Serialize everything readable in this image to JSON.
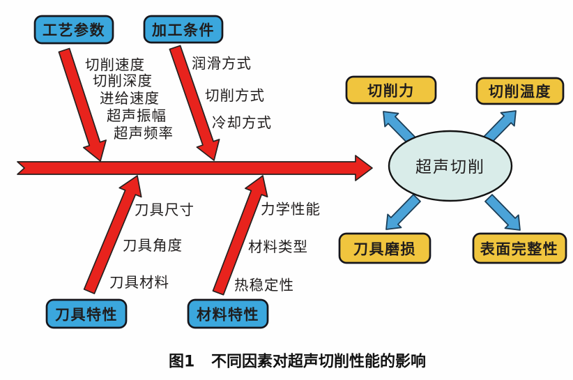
{
  "diagram": {
    "center_label": "超声切削",
    "causes": [
      {
        "label": "工艺参数",
        "factors": [
          "切削速度",
          "切削深度",
          "进给速度",
          "超声振幅",
          "超声频率"
        ]
      },
      {
        "label": "加工条件",
        "factors": [
          "润滑方式",
          "切削方式",
          "冷却方式"
        ]
      },
      {
        "label": "刀具特性",
        "factors": [
          "刀具尺寸",
          "刀具角度",
          "刀具材料"
        ]
      },
      {
        "label": "材料特性",
        "factors": [
          "力学性能",
          "材料类型",
          "热稳定性"
        ]
      }
    ],
    "effects": [
      {
        "label": "切削力"
      },
      {
        "label": "切削温度"
      },
      {
        "label": "刀具磨损"
      },
      {
        "label": "表面完整性"
      }
    ],
    "caption": {
      "figure": "图1",
      "title": "不同因素对超声切削性能的影响"
    }
  },
  "colors": {
    "red": "#e8231d",
    "arrowBlue": "#4ba3d8",
    "boxBlue": "#3ba7dd",
    "boxGold": "#f0c53e",
    "ellipseFill": "#d9ece9"
  }
}
